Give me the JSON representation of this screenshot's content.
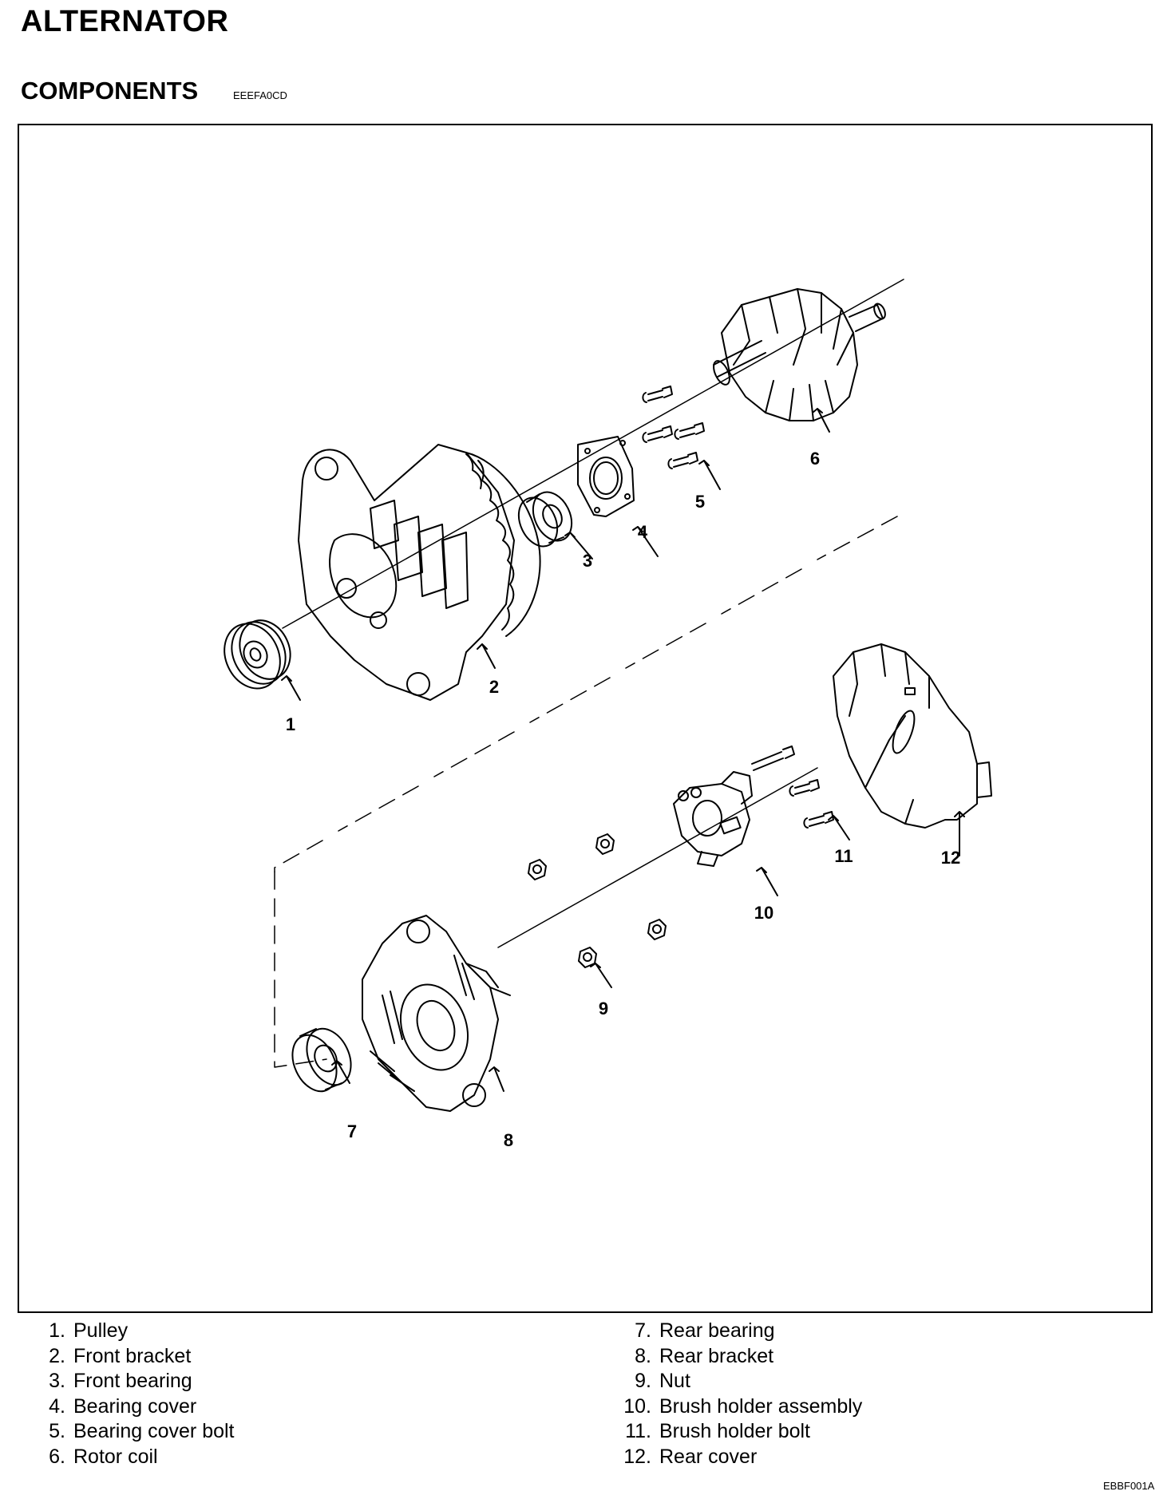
{
  "title": "ALTERNATOR",
  "section": {
    "title": "COMPONENTS",
    "code": "EEEFA0CD"
  },
  "callouts": [
    "1",
    "2",
    "3",
    "4",
    "5",
    "6",
    "7",
    "8",
    "9",
    "10",
    "11",
    "12"
  ],
  "legend": {
    "left": [
      {
        "num": "1.",
        "label": "Pulley"
      },
      {
        "num": "2.",
        "label": "Front bracket"
      },
      {
        "num": "3.",
        "label": "Front bearing"
      },
      {
        "num": "4.",
        "label": "Bearing cover"
      },
      {
        "num": "5.",
        "label": "Bearing cover bolt"
      },
      {
        "num": "6.",
        "label": "Rotor coil"
      }
    ],
    "right": [
      {
        "num": "7.",
        "label": "Rear bearing"
      },
      {
        "num": "8.",
        "label": "Rear bracket"
      },
      {
        "num": "9.",
        "label": "Nut"
      },
      {
        "num": "10.",
        "label": "Brush holder assembly"
      },
      {
        "num": "11.",
        "label": "Brush holder bolt"
      },
      {
        "num": "12.",
        "label": "Rear cover"
      }
    ]
  },
  "figure_code": "EBBF001A"
}
